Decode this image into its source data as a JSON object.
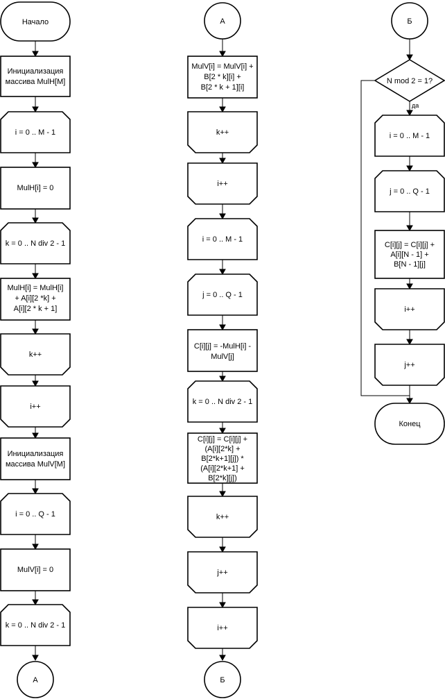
{
  "column1": {
    "start": "Начало",
    "init_mulh_line1": "Инициализация",
    "init_mulh_line2": "массива MulH[M]",
    "loop_i_m": "i = 0 .. M - 1",
    "mulh_zero": "MulH[i] = 0",
    "loop_k": "k = 0 .. N div 2 - 1",
    "mulh_calc_line1": "MulH[i] = MulH[i]",
    "mulh_calc_line2": "+ A[i][2 *k] +",
    "mulh_calc_line3": "A[i][2 * k + 1]",
    "k_inc": "k++",
    "i_inc": "i++",
    "init_mulv_line1": "Инициализация",
    "init_mulv_line2": "массива MulV[M]",
    "loop_i_q": "i = 0 .. Q - 1",
    "mulv_zero": "MulV[i] = 0",
    "loop_k2": "k = 0 .. N div 2 - 1",
    "connector_out": "А"
  },
  "column2": {
    "connector_in": "А",
    "mulv_calc_line1": "MulV[i] = MulV[i] +",
    "mulv_calc_line2": "B[2 * k][i] +",
    "mulv_calc_line3": "B[2 * k + 1][i]",
    "k_inc": "k++",
    "i_inc": "i++",
    "loop_i_m": "i = 0 .. M - 1",
    "loop_j_q": "j = 0 .. Q - 1",
    "c_init_line1": "C[i][j] = -MulH[i] -",
    "c_init_line2": "MulV[j]",
    "loop_k": "k = 0 .. N div 2 - 1",
    "c_calc_line1": "C[i][j] = C[i][j] +",
    "c_calc_line2": "(A[i][2*k] +",
    "c_calc_line3": "B[2*k+1][j]) *",
    "c_calc_line4": "(A[i][2*k+1] +",
    "c_calc_line5": "B[2*k][j])",
    "k_inc2": "k++",
    "j_inc": "j++",
    "i_inc2": "i++",
    "connector_out": "Б"
  },
  "column3": {
    "connector_in": "Б",
    "decision": "N mod 2 = 1?",
    "yes_label": "да",
    "loop_i_m": "i = 0 .. M - 1",
    "loop_j_q": "j = 0 .. Q - 1",
    "c_calc_line1": "C[i][j] = C[i][j] +",
    "c_calc_line2": "A[i][N - 1] +",
    "c_calc_line3": "B[N - 1][j]",
    "i_inc": "i++",
    "j_inc": "j++",
    "end": "Конец"
  }
}
